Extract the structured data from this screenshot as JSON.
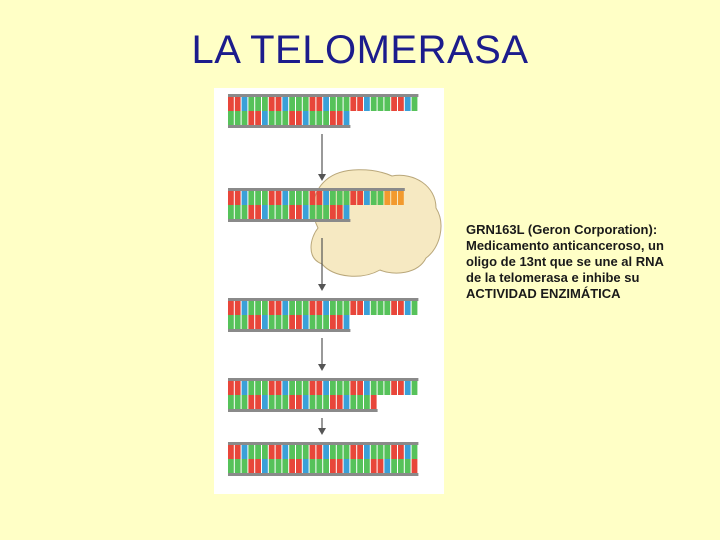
{
  "slide": {
    "title": "LA TELOMERASA",
    "caption": [
      "GRN163L (Geron Corporation):",
      "Medicamento anticanceroso, un",
      "oligo de 13nt que se une al RNA",
      "de la telomerasa e inhibe su",
      "ACTIVIDAD ENZIMÁTICA"
    ]
  },
  "colors": {
    "background": "#ffffc6",
    "title": "#1c1c8c",
    "base_red": "#e8463a",
    "base_blue": "#3aa0d8",
    "base_green": "#56c25a",
    "base_orange": "#f29a2e",
    "enzyme": "#f6e9c2"
  }
}
